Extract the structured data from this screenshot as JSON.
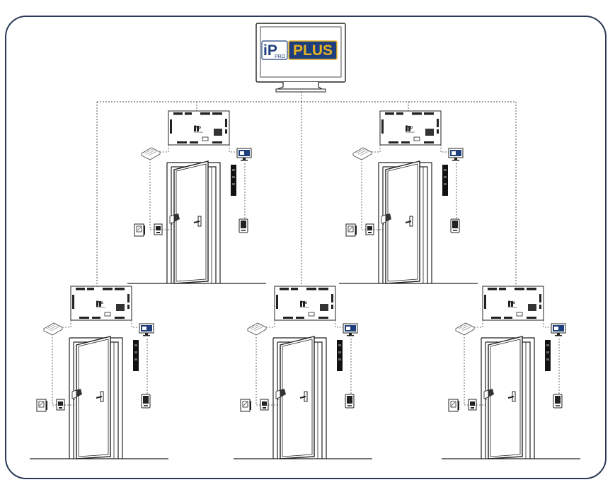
{
  "colors": {
    "frame": "#2b3a57",
    "logo_blue": "#1e3f7c",
    "logo_gold": "#e7b224",
    "line": "#222222",
    "wire": "#444444"
  },
  "monitor": {
    "logo_ip": "iP",
    "logo_pro": "PRO",
    "logo_plus": "PLUS"
  },
  "controller": {
    "brand": "Pro",
    "caption": "Controller"
  },
  "units": [
    {
      "id": "unit-1"
    },
    {
      "id": "unit-2"
    },
    {
      "id": "unit-3"
    },
    {
      "id": "unit-4"
    },
    {
      "id": "unit-5"
    }
  ]
}
